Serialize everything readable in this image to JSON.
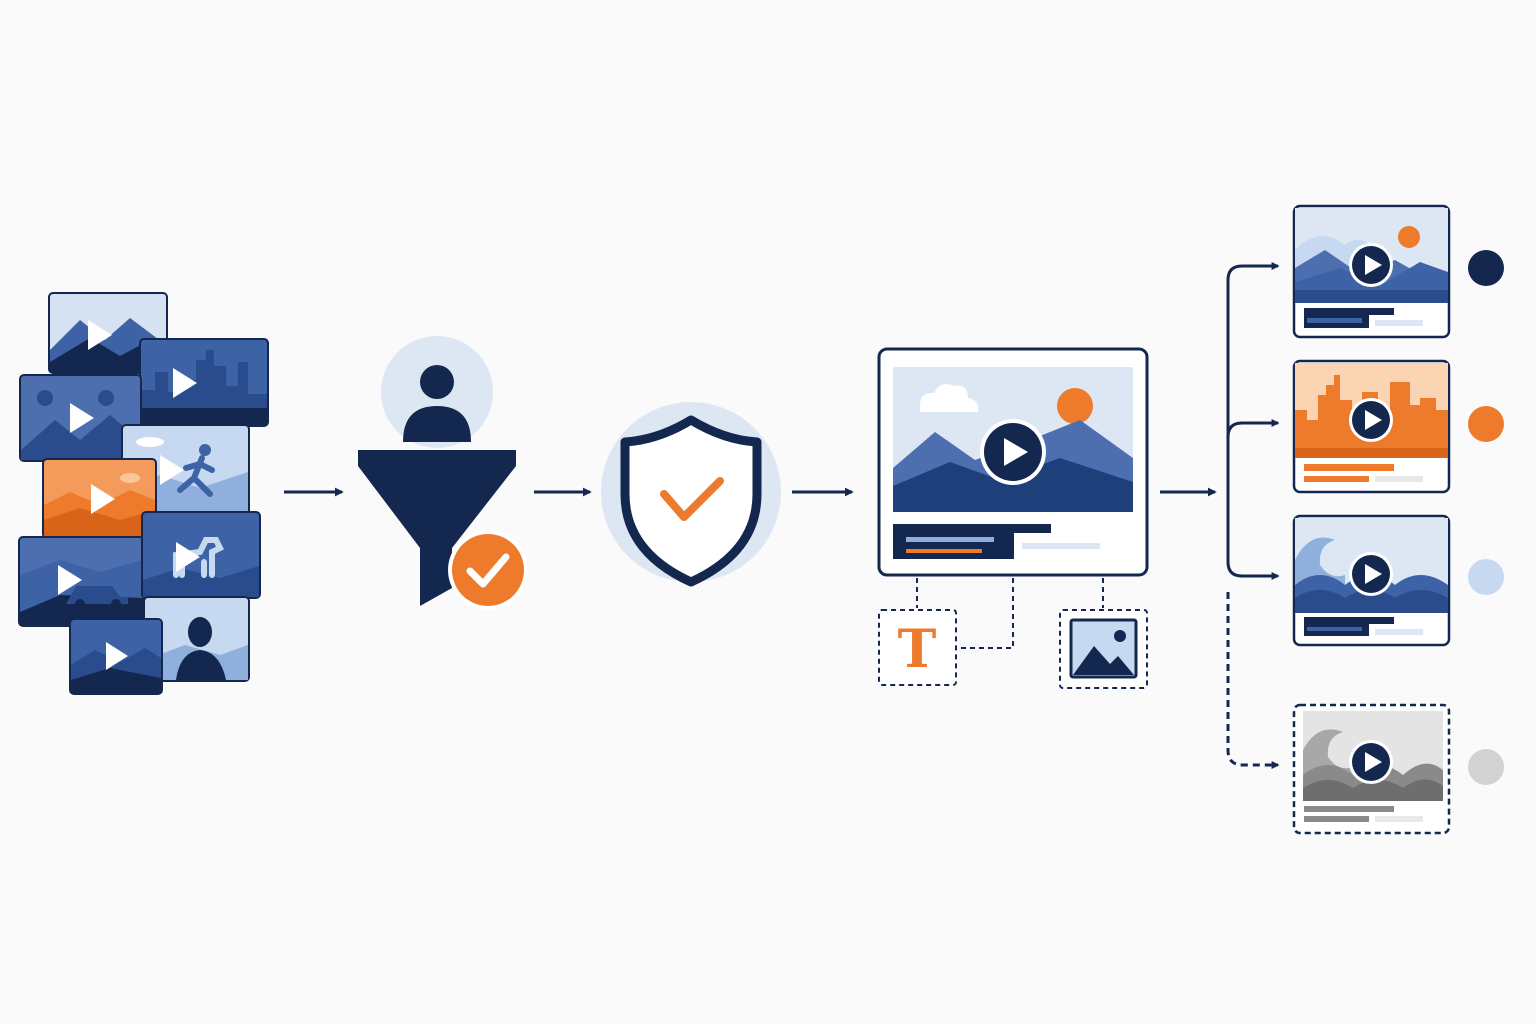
{
  "colors": {
    "navy": "#14274e",
    "blue": "#3d62a6",
    "light_blue": "#c6d9f0",
    "pale_blue": "#dde7f4",
    "orange": "#ee7a2c",
    "gray": "#8a8a8a",
    "light_gray": "#d2d2d2",
    "background": "#fafafa"
  },
  "icons": {
    "input": "video-collection-icon",
    "filter": "user-funnel-filter-icon",
    "verify": "shield-check-icon",
    "compose": "video-composer-icon",
    "text_layer": "text-layer-icon",
    "image_layer": "image-layer-icon",
    "output_active": "video-output-icon",
    "output_inactive": "video-output-disabled-icon"
  },
  "text_layer": {
    "glyph": "T"
  },
  "outputs": [
    {
      "theme": "mountains",
      "status_color": "#14274e",
      "active": true
    },
    {
      "theme": "city",
      "status_color": "#ee7a2c",
      "active": true
    },
    {
      "theme": "waves",
      "status_color": "#c6d9f0",
      "active": true
    },
    {
      "theme": "waves-gray",
      "status_color": "#d2d2d2",
      "active": false
    }
  ]
}
